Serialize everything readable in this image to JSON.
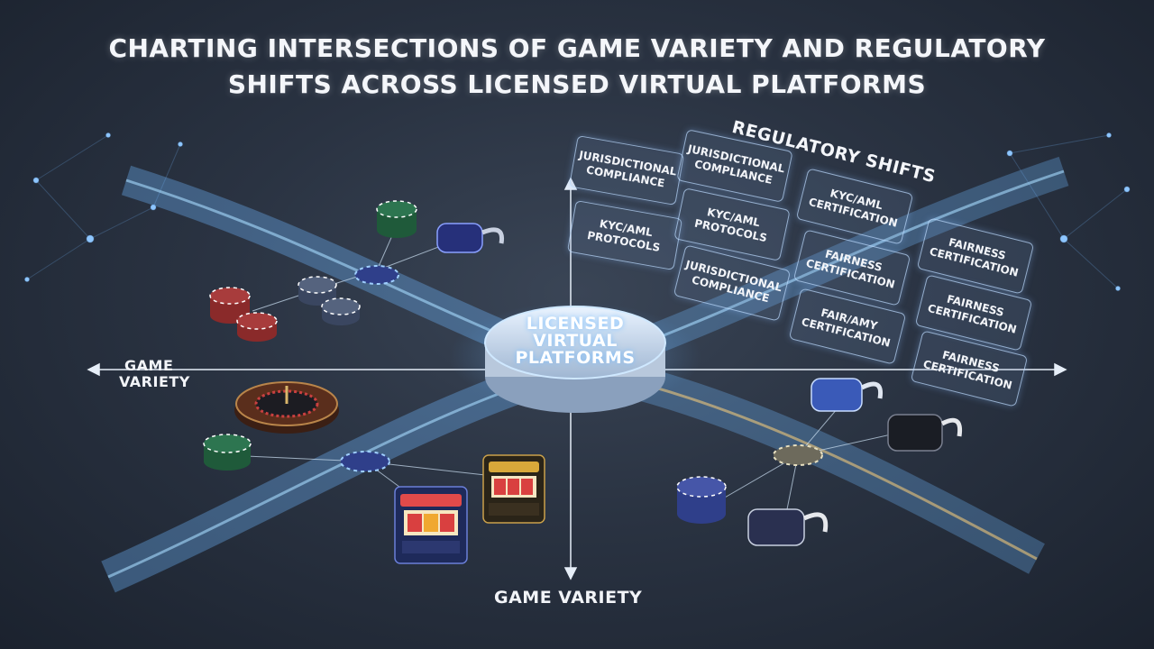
{
  "title": {
    "line1": "CHARTING INTERSECTIONS OF GAME VARIETY AND REGULATORY",
    "line2": "SHIFTS ACROSS LICENSED VIRTUAL PLATFORMS"
  },
  "hub": {
    "line1": "LICENSED",
    "line2": "VIRTUAL",
    "line3": "PLATFORMS"
  },
  "axes": {
    "left_line1": "GAME",
    "left_line2": "VARIETY",
    "bottom": "GAME VARIETY",
    "regulatory_title": "REGULATORY SHIFTS"
  },
  "regulatory_cards": [
    {
      "line1": "JURISDICTIONAL",
      "line2": "COMPLIANCE"
    },
    {
      "line1": "KYC/AML",
      "line2": "PROTOCOLS"
    },
    {
      "line1": "JURISDICTIONAL",
      "line2": "COMPLIANCE"
    },
    {
      "line1": "KYC/AML",
      "line2": "PROTOCOLS"
    },
    {
      "line1": "JURISDICTIONAL",
      "line2": "COMPLIANCE"
    },
    {
      "line1": "KYC/AML",
      "line2": "CERTIFICATION"
    },
    {
      "line1": "FAIRNESS",
      "line2": "CERTIFICATION"
    },
    {
      "line1": "FAIR/AMY",
      "line2": "CERTIFICATION"
    },
    {
      "line1": "FAIRNESS",
      "line2": "CERTIFICATION"
    },
    {
      "line1": "FAIRNESS",
      "line2": "CERTIFICATION"
    },
    {
      "line1": "FAIRNESS",
      "line2": "CERTIFICATION"
    }
  ],
  "icons": {
    "chip": "casino-chip-icon",
    "vr": "vr-headset-icon",
    "slot": "slot-machine-icon",
    "roulette": "roulette-wheel-icon"
  },
  "colors": {
    "accent": "#7fc4ff",
    "stream": "#5aa8ff",
    "background": "#263040",
    "chip_red": "#8a2a2a",
    "chip_green": "#1f5a3a",
    "chip_blue": "#2f3f8a"
  }
}
